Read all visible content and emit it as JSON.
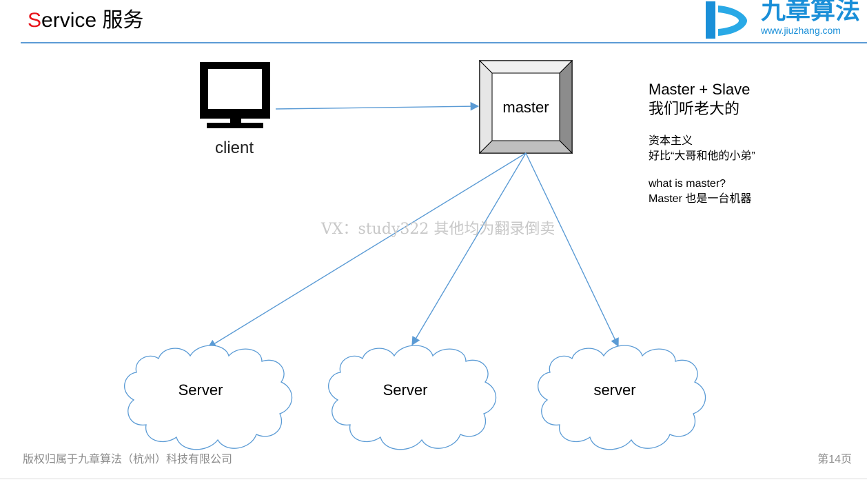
{
  "slide": {
    "title_first_letter": "S",
    "title_rest": "ervice 服务",
    "title_color_accent": "#e8141b"
  },
  "logo": {
    "brand": "九章算法",
    "url": "www.jiuzhang.com",
    "color": "#1a8fd8"
  },
  "diagram": {
    "client_label": "client",
    "master_label": "master",
    "servers": [
      "Server",
      "Server",
      "server"
    ],
    "edges": [
      {
        "from": "client",
        "to": "master"
      },
      {
        "from": "master",
        "to": "server-1"
      },
      {
        "from": "master",
        "to": "server-2"
      },
      {
        "from": "master",
        "to": "server-3"
      }
    ],
    "edge_color": "#5b9bd5",
    "cloud_stroke": "#5b9bd5"
  },
  "notes": {
    "heading_1": "Master + Slave",
    "heading_2": "我们听老大的",
    "line_1": "资本主义",
    "line_2": "好比“大哥和他的小弟”",
    "line_3": "what is master?",
    "line_4": "Master 也是一台机器"
  },
  "watermark": "VX：study322 其他均为翻录倒卖",
  "footer": {
    "copyright": "版权归属于九章算法（杭州）科技有限公司",
    "page": "第14页"
  }
}
